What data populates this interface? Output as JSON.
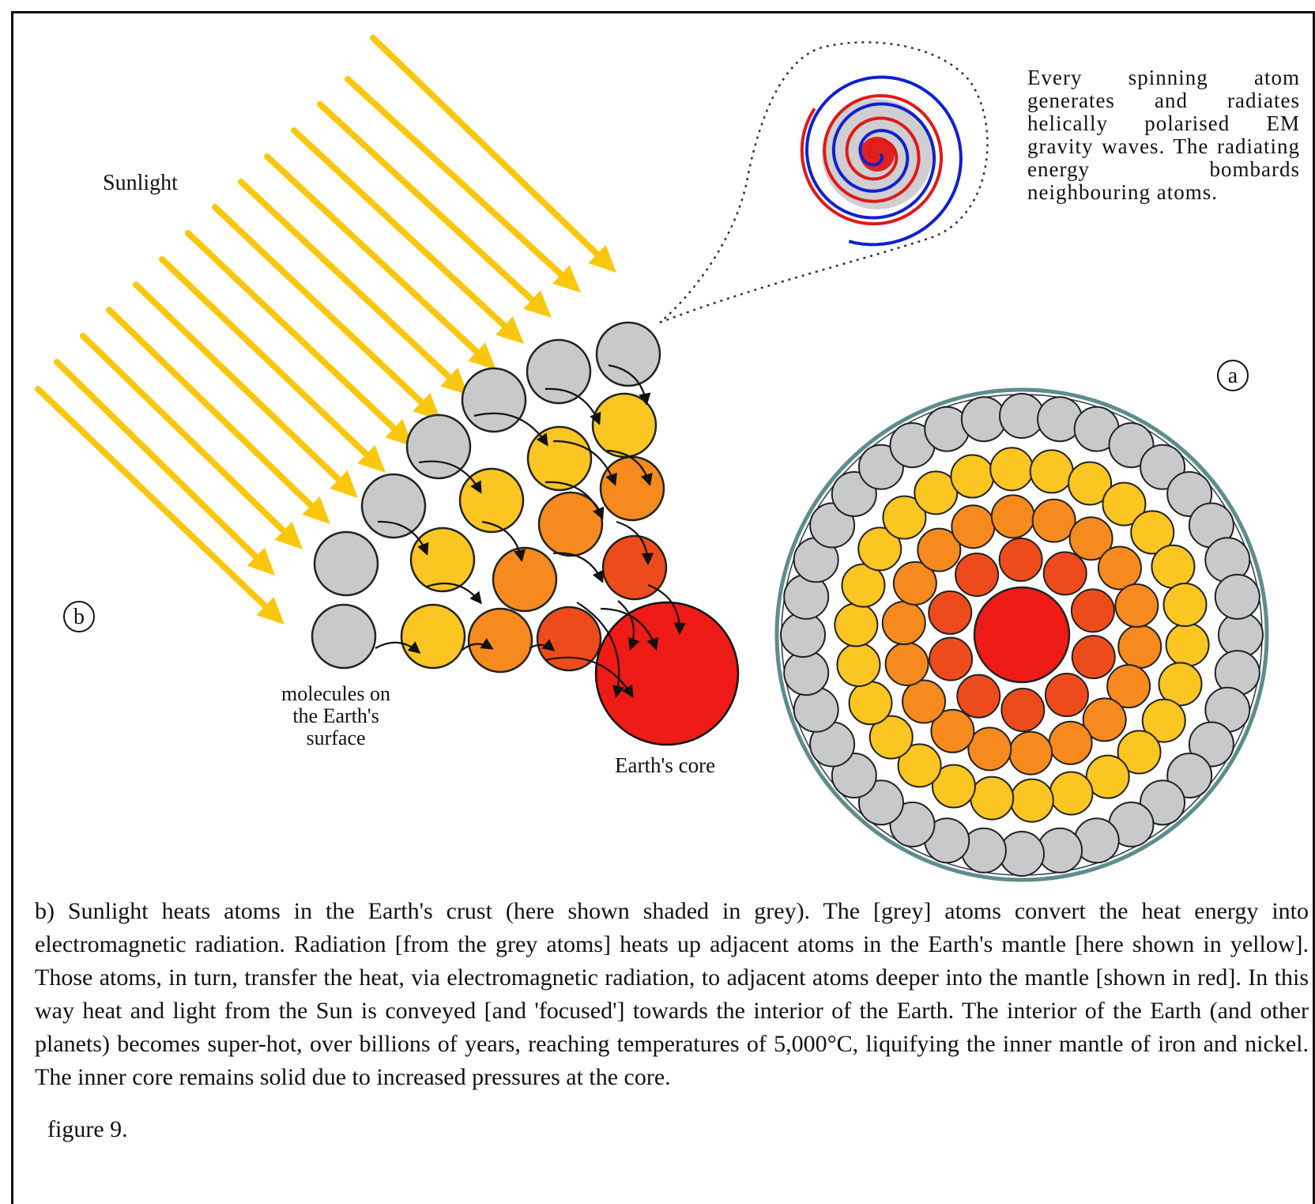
{
  "labels": {
    "sunlight": "Sunlight",
    "panel_a": "a",
    "panel_b": "b",
    "molecules": [
      "molecules on",
      "the Earth's",
      "surface"
    ],
    "earth_core": "Earth's core"
  },
  "em_description": "Every spinning atom generates and radiates helically polarised EM gravity waves. The radiating energy bombards neighbouring atoms.",
  "caption": "b) Sunlight heats atoms in the Earth's crust (here shown shaded in grey). The [grey] atoms convert the heat energy into electromagnetic radiation. Radiation [from the grey atoms] heats up adjacent atoms in the Earth's mantle [here shown in yellow]. Those atoms, in turn, transfer the heat, via electromagnetic radiation, to adjacent atoms deeper into the mantle [shown in red]. In this way heat and light from the Sun is conveyed [and 'focused'] towards the interior of the Earth. The interior of the Earth (and other planets) becomes super-hot, over billions of years, reaching temperatures of 5,000°C, liquifying the inner mantle of iron and nickel. The inner core remains solid due to increased pressures at the core.",
  "figure_label": "figure 9.",
  "colors": {
    "grey_atom": "#c8c9cb",
    "yellow_atom": "#fbc522",
    "orange_atom": "#f68a1e",
    "red_orange_atom": "#ee4b1c",
    "core_red": "#ee1b16",
    "sunlight_arrow": "#f9c80e",
    "spiral_blue": "#1020d0",
    "spiral_red": "#e01818",
    "outer_ring": "#5f8c8c"
  }
}
